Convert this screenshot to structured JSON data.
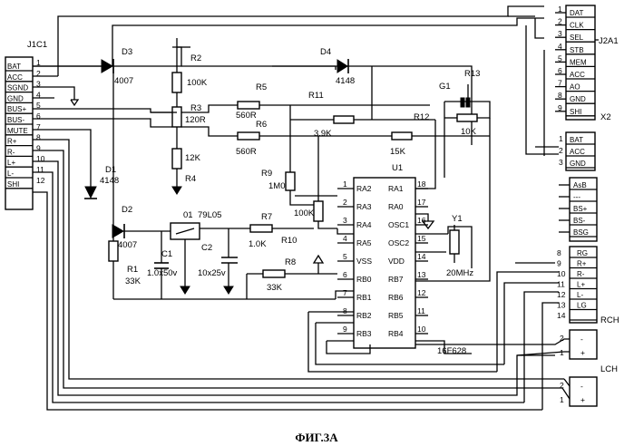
{
  "figure": {
    "caption": "ФИГ.3А"
  },
  "connectors": {
    "j1c1": {
      "ref": "J1C1",
      "labels": [
        "BAT",
        "ACC",
        "SGND",
        "GND",
        "BUS+",
        "BUS-",
        "MUTE",
        "R+",
        "R-",
        "L+",
        "L-",
        "SHI"
      ],
      "pins": [
        "1",
        "2",
        "3",
        "4",
        "5",
        "6",
        "7",
        "8",
        "9",
        "10",
        "11",
        "12"
      ]
    },
    "j2a1": {
      "ref": "J2A1",
      "labels": [
        "DAT",
        "CLK",
        "SEL",
        "STB",
        "MEM",
        "ACC",
        "AO",
        "GND",
        "SHI"
      ],
      "pins": [
        "1",
        "2",
        "3",
        "4",
        "5",
        "6",
        "7",
        "8",
        "9"
      ]
    },
    "x2": {
      "ref": "X2",
      "labels": [
        "BAT",
        "ACC",
        "GND"
      ],
      "pins": [
        "1",
        "2",
        "3"
      ]
    },
    "mid": {
      "labels": [
        "AsB",
        "---",
        "BS+",
        "BS-",
        "BSG"
      ]
    },
    "rg": {
      "labels": [
        "RG",
        "R+",
        "R-",
        "L+",
        "L-",
        "LG"
      ],
      "pins": [
        "8",
        "9",
        "10",
        "11",
        "12",
        "13",
        "14"
      ]
    },
    "rch": {
      "ref": "RCH",
      "pins": [
        "2",
        "1"
      ],
      "signs": [
        "-",
        "+"
      ]
    },
    "lch": {
      "ref": "LCH",
      "pins": [
        "2",
        "1"
      ],
      "signs": [
        "-",
        "+"
      ]
    }
  },
  "ic": {
    "ref": "U1",
    "part": "16F628",
    "left": [
      {
        "pin": "1",
        "name": "RA2"
      },
      {
        "pin": "2",
        "name": "RA3"
      },
      {
        "pin": "3",
        "name": "RA4"
      },
      {
        "pin": "4",
        "name": "RA5"
      },
      {
        "pin": "5",
        "name": "VSS"
      },
      {
        "pin": "6",
        "name": "RB0"
      },
      {
        "pin": "7",
        "name": "RB1"
      },
      {
        "pin": "8",
        "name": "RB2"
      },
      {
        "pin": "9",
        "name": "RB3"
      }
    ],
    "right": [
      {
        "pin": "18",
        "name": "RA1"
      },
      {
        "pin": "17",
        "name": "RA0"
      },
      {
        "pin": "16",
        "name": "OSC1"
      },
      {
        "pin": "15",
        "name": "OSC2"
      },
      {
        "pin": "14",
        "name": "VDD"
      },
      {
        "pin": "13",
        "name": "RB7"
      },
      {
        "pin": "12",
        "name": "RB6"
      },
      {
        "pin": "11",
        "name": "RB5"
      },
      {
        "pin": "10",
        "name": "RB4"
      }
    ]
  },
  "components": {
    "d1": {
      "ref": "D1",
      "value": "4148"
    },
    "d2": {
      "ref": "D2",
      "value": "4007"
    },
    "d3": {
      "ref": "D3",
      "value": "4007"
    },
    "d4": {
      "ref": "D4",
      "value": "4148"
    },
    "r1": {
      "ref": "R1",
      "value": "33K"
    },
    "r2": {
      "ref": "R2",
      "value": "100K"
    },
    "r3": {
      "ref": "R3",
      "value": "120R"
    },
    "r4": {
      "ref": "R4",
      "value": "12K"
    },
    "r5": {
      "ref": "R5",
      "value": "560R"
    },
    "r6": {
      "ref": "R6",
      "value": "560R"
    },
    "r7": {
      "ref": "R7",
      "value": "1.0K"
    },
    "r8": {
      "ref": "R8",
      "value": "33K"
    },
    "r9": {
      "ref": "R9",
      "value": "1M0"
    },
    "r10": {
      "ref": "R10",
      "value": "100K"
    },
    "r11": {
      "ref": "R11",
      "value": "3.9K"
    },
    "r12": {
      "ref": "R12",
      "value": "15K"
    },
    "r13": {
      "ref": "R13",
      "value": "10K"
    },
    "c1": {
      "ref": "C1",
      "value": "1.0x50v"
    },
    "c2": {
      "ref": "C2",
      "value": "10x25v"
    },
    "reg": {
      "ref": "01",
      "value": "79L05"
    },
    "y1": {
      "ref": "Y1",
      "value": "20MHz"
    },
    "g1": {
      "ref": "G1"
    }
  }
}
